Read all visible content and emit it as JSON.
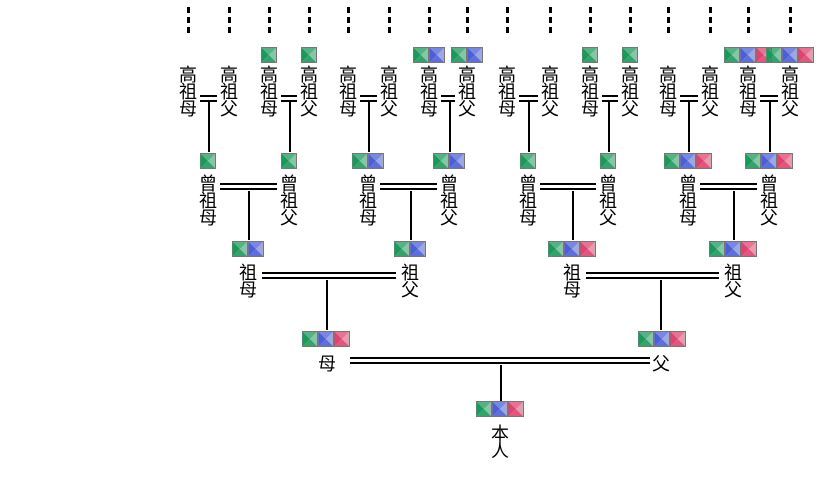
{
  "labels": {
    "self": "本\n人",
    "mother": "母",
    "father": "父",
    "grandmother": "祖\n母",
    "grandfather": "祖\n父",
    "great_grandmother": "曾\n祖\n母",
    "great_grandfather": "曾\n祖\n父",
    "great_great_grandmother": "高\n祖\n母",
    "great_great_grandfather": "高\n祖\n父"
  },
  "marker_colors": {
    "green": "#1a9a5a",
    "blue": "#4a5fd8",
    "pink": "#e0436f"
  },
  "people": {
    "self": [
      "green",
      "blue",
      "pink"
    ],
    "mother": [
      "green",
      "blue",
      "pink"
    ],
    "father": [
      "green",
      "blue",
      "pink"
    ],
    "gp": [
      [
        "green",
        "blue"
      ],
      [
        "green",
        "blue"
      ],
      [
        "green",
        "blue",
        "pink"
      ],
      [
        "green",
        "blue",
        "pink"
      ]
    ],
    "ggp": [
      [
        "green"
      ],
      [
        "green"
      ],
      [
        "green",
        "blue"
      ],
      [
        "green",
        "blue"
      ],
      [
        "green"
      ],
      [
        "green"
      ],
      [
        "green",
        "blue",
        "pink"
      ],
      [
        "green",
        "blue",
        "pink"
      ]
    ],
    "gggp": [
      [],
      [],
      [
        "green"
      ],
      [
        "green"
      ],
      [],
      [],
      [
        "green",
        "blue"
      ],
      [
        "green",
        "blue"
      ],
      [],
      [],
      [
        "green"
      ],
      [
        "green"
      ],
      [],
      [],
      [
        "green",
        "blue",
        "pink"
      ],
      [
        "green",
        "blue",
        "pink"
      ]
    ]
  }
}
